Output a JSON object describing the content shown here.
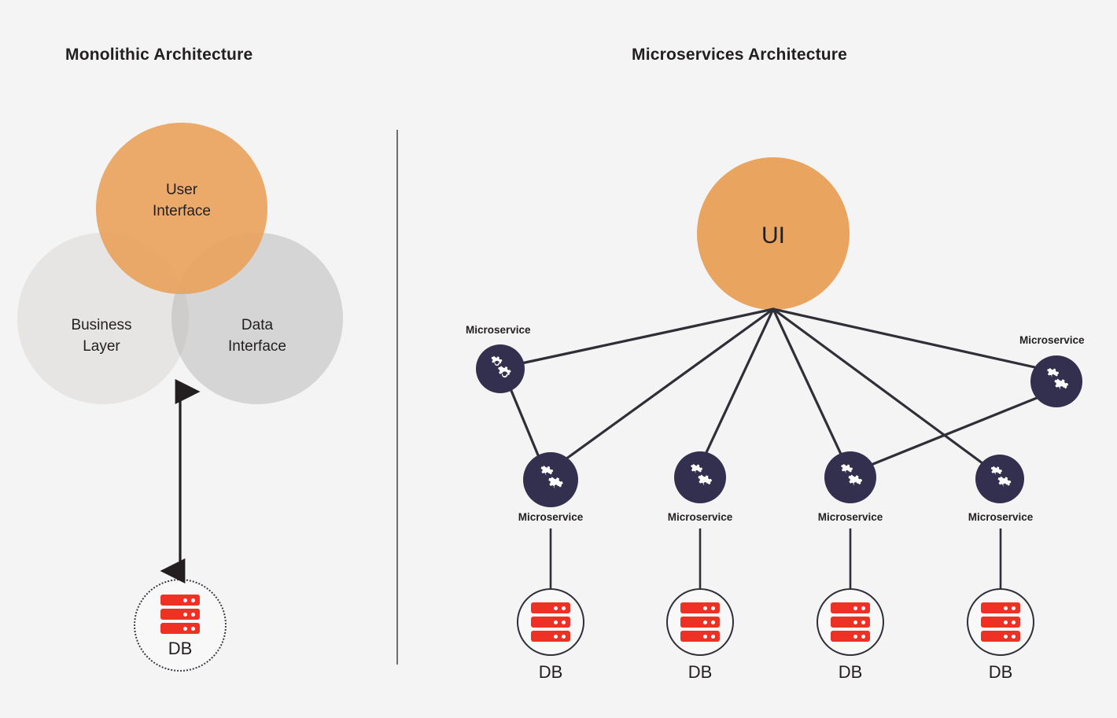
{
  "page": {
    "background_color": "#f4f4f4",
    "divider_color": "#6e6e6e"
  },
  "colors": {
    "ui_orange": "#e9a45f",
    "microservice_navy": "#332f4e",
    "db_red": "#ee3124",
    "text_dark": "#231f20",
    "line_dark": "#2f2f38",
    "business_gray": "#d6d3ce",
    "data_gray": "#b0b0b0"
  },
  "panels": {
    "monolithic": {
      "title": "Monolithic Architecture",
      "circles": [
        {
          "id": "user-interface",
          "label": "User\nInterface",
          "line1": "User",
          "line2": "Interface",
          "color": "#e9a45f"
        },
        {
          "id": "business-layer",
          "label": "Business Layer",
          "line1": "Business",
          "line2": "Layer",
          "color": "#d6d3ce"
        },
        {
          "id": "data-interface",
          "label": "Data Interface",
          "line1": "Data",
          "line2": "Interface",
          "color": "#b0b0b0"
        }
      ],
      "connector": {
        "type": "double-headed-arrow"
      },
      "database": {
        "label": "DB",
        "icon": "database-server-icon",
        "border_style": "dotted",
        "label_position": "inside"
      }
    },
    "microservices": {
      "title": "Microservices Architecture",
      "hub": {
        "label": "UI",
        "icon": "ui-circle",
        "color": "#e9a45f"
      },
      "services": [
        {
          "id": "ms-left",
          "label": "Microservice",
          "icon": "gears-icon",
          "label_position": "above"
        },
        {
          "id": "ms-1",
          "label": "Microservice",
          "icon": "gears-icon",
          "label_position": "below"
        },
        {
          "id": "ms-2",
          "label": "Microservice",
          "icon": "gears-icon",
          "label_position": "below"
        },
        {
          "id": "ms-3",
          "label": "Microservice",
          "icon": "gears-icon",
          "label_position": "below"
        },
        {
          "id": "ms-4",
          "label": "Microservice",
          "icon": "gears-icon",
          "label_position": "below"
        },
        {
          "id": "ms-right",
          "label": "Microservice",
          "icon": "gears-icon",
          "label_position": "above"
        }
      ],
      "databases": [
        {
          "id": "db-1",
          "label": "DB",
          "icon": "database-server-icon"
        },
        {
          "id": "db-2",
          "label": "DB",
          "icon": "database-server-icon"
        },
        {
          "id": "db-3",
          "label": "DB",
          "icon": "database-server-icon"
        },
        {
          "id": "db-4",
          "label": "DB",
          "icon": "database-server-icon"
        }
      ]
    }
  }
}
